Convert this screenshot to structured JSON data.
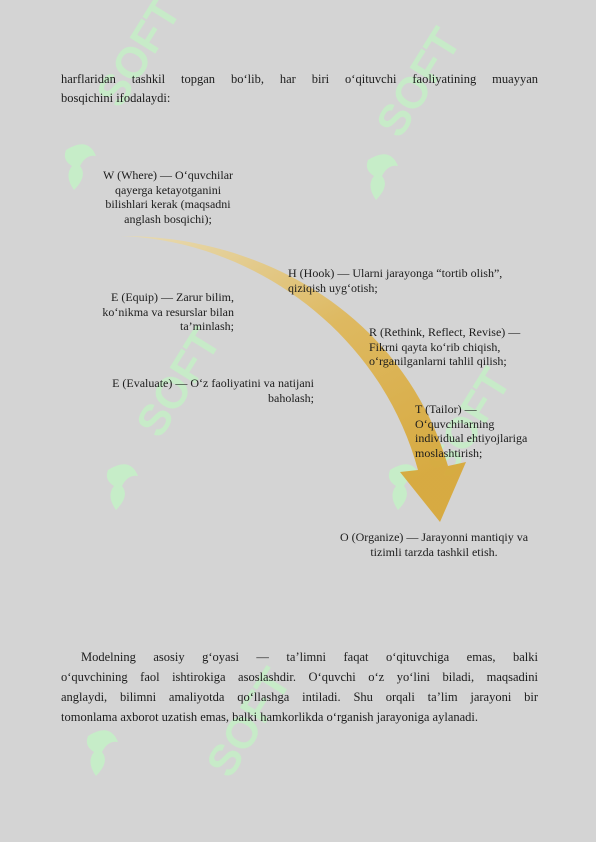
{
  "intro": {
    "lines": [
      "harflaridan tashkil topgan bo‘lib, har biri o‘qituvchi faoliyatining muayyan",
      "bosqichini ifodalaydi:"
    ]
  },
  "diagram": {
    "w": [
      "W (Where) — O‘quvchilar",
      "qayerga ketayotganini",
      "bilishlari kerak (maqsadni",
      "anglash bosqichi);"
    ],
    "h": [
      "H (Hook) — Ularni jarayonga “tortib olish”,",
      "qiziqish uyg‘otish;"
    ],
    "e": [
      "E (Equip) — Zarur bilim,",
      "ko‘nikma va resurslar bilan",
      "ta’minlash;"
    ],
    "r": [
      "R (Rethink, Reflect, Revise) —",
      "Fikrni qayta ko‘rib chiqish,",
      "o‘rganilganlarni tahlil qilish;"
    ],
    "e2": [
      "E (Evaluate) — O‘z faoliyatini va natijani",
      "baholash;"
    ],
    "t": [
      "T (Tailor) —",
      "O‘quvchilarning",
      "individual ehtiyojlariga",
      "moslashtirish;"
    ],
    "o": [
      "O (Organize) — Jarayonni mantiqiy va",
      "tizimli tarzda tashkil etish."
    ]
  },
  "body": {
    "lines": [
      "Modelning asosiy g‘oyasi — ta’limni faqat o‘qituvchiga emas, balki",
      "o‘quvchining faol ishtirokiga asoslashdir. O‘quvchi o‘z yo‘lini biladi, maqsadini",
      "anglaydi, bilimni amaliyotda qo‘llashga intiladi. Shu orqali ta’lim jarayoni bir",
      "tomonlama axborot uzatish emas, balki hamkorlikda o‘rganish jarayoniga aylanadi."
    ]
  },
  "colors": {
    "page_background": "#d4d4d4",
    "arrow_light": "#e6d5a2",
    "arrow_dark": "#d4a63a",
    "watermark": "#c6f0c8"
  },
  "watermark": {
    "text": "SOFT",
    "icon": "leaf-logo-icon"
  }
}
